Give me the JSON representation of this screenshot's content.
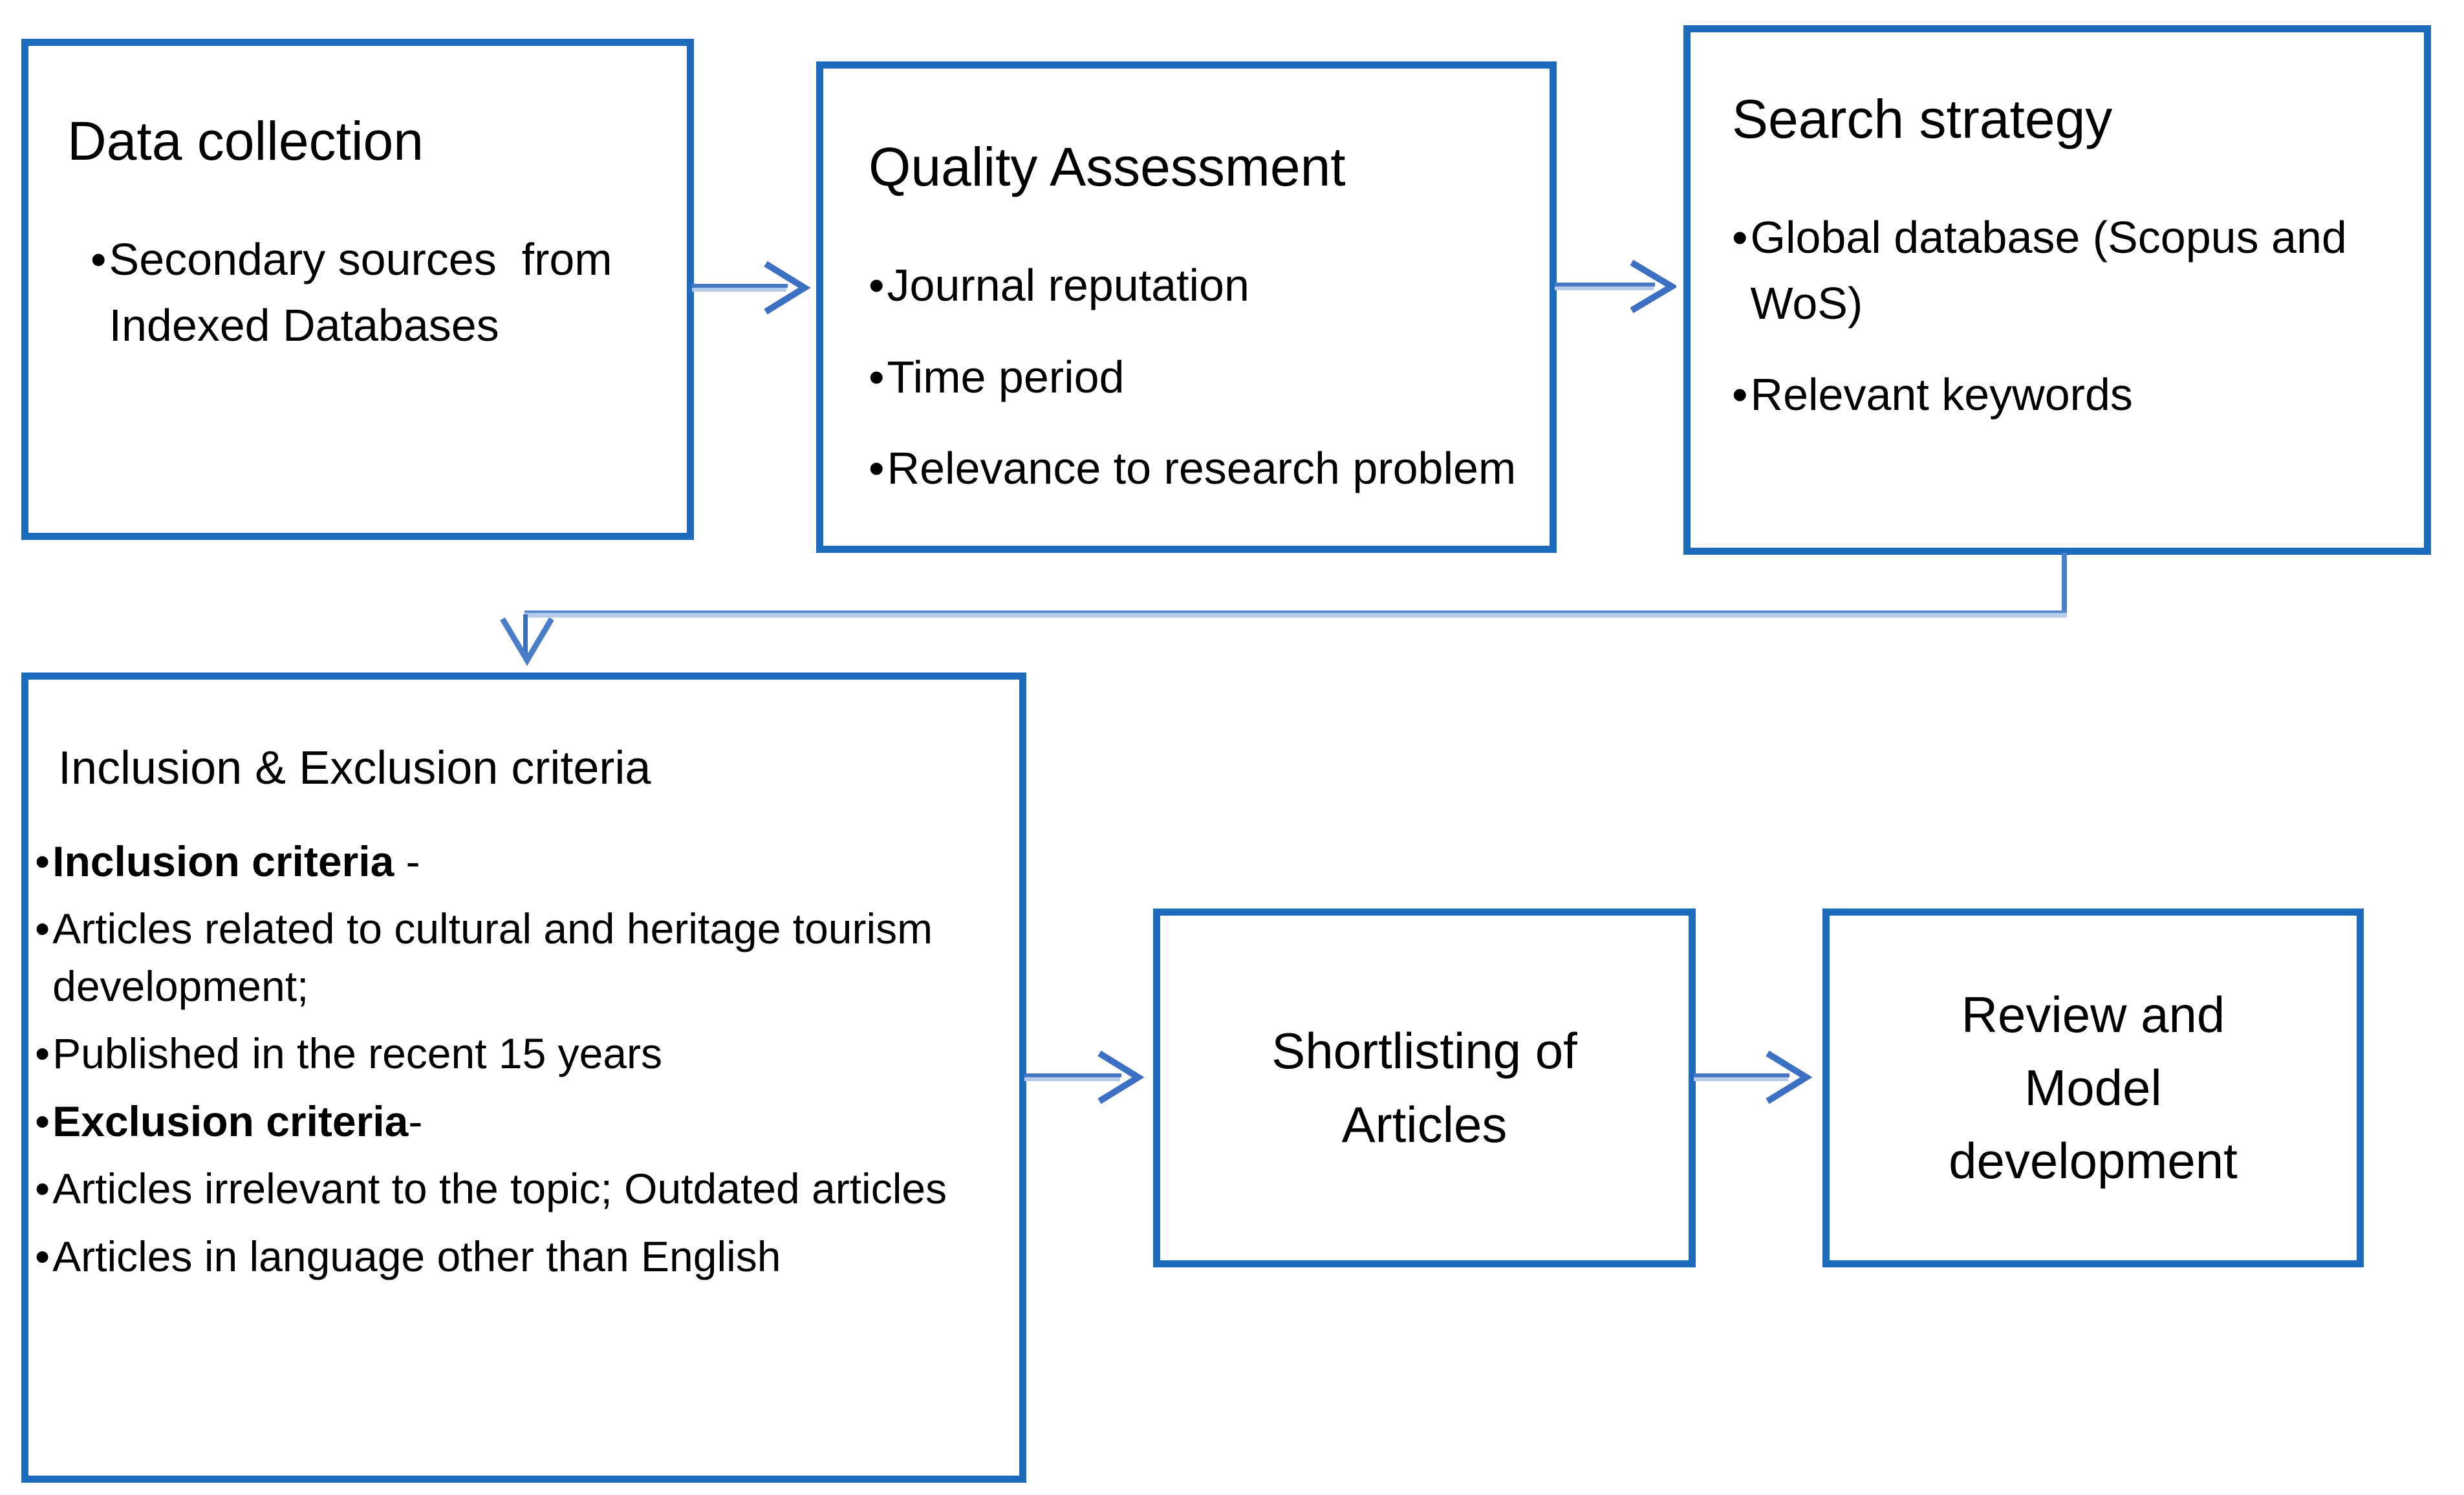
{
  "diagram": {
    "background_color": "#ffffff",
    "box_border_color": "#1c6bbd",
    "arrow_dark_color": "#4577c5",
    "arrow_light_color": "#b6cbe9",
    "text_color": "#000000",
    "bullet_char": "•",
    "boxes": {
      "data_collection": {
        "title": "Data collection",
        "bullets": [
          {
            "text": "Secondary sources  from Indexed Databases"
          }
        ]
      },
      "quality_assessment": {
        "title": "Quality Assessment",
        "bullets": [
          {
            "text": "Journal reputation"
          },
          {
            "text": "Time period"
          },
          {
            "text": "Relevance to research problem"
          }
        ]
      },
      "search_strategy": {
        "title": "Search strategy",
        "bullets": [
          {
            "text": "Global database (Scopus and WoS)"
          },
          {
            "text": "Relevant keywords"
          }
        ]
      },
      "inclusion_exclusion": {
        "title": "Inclusion & Exclusion criteria",
        "bullets": [
          {
            "bold": "Inclusion criteria",
            "text": " -"
          },
          {
            "text": "Articles related to cultural and heritage tourism development;"
          },
          {
            "text": "Published in the recent 15 years"
          },
          {
            "bold": "Exclusion criteria",
            "text": "-"
          },
          {
            "text": "Articles irrelevant to the topic; Outdated articles"
          },
          {
            "text": "Articles in language other than English"
          }
        ]
      },
      "shortlisting": {
        "lines": [
          "Shortlisting of",
          "Articles"
        ]
      },
      "review_model": {
        "lines": [
          "Review and",
          "Model",
          "development"
        ]
      }
    }
  }
}
